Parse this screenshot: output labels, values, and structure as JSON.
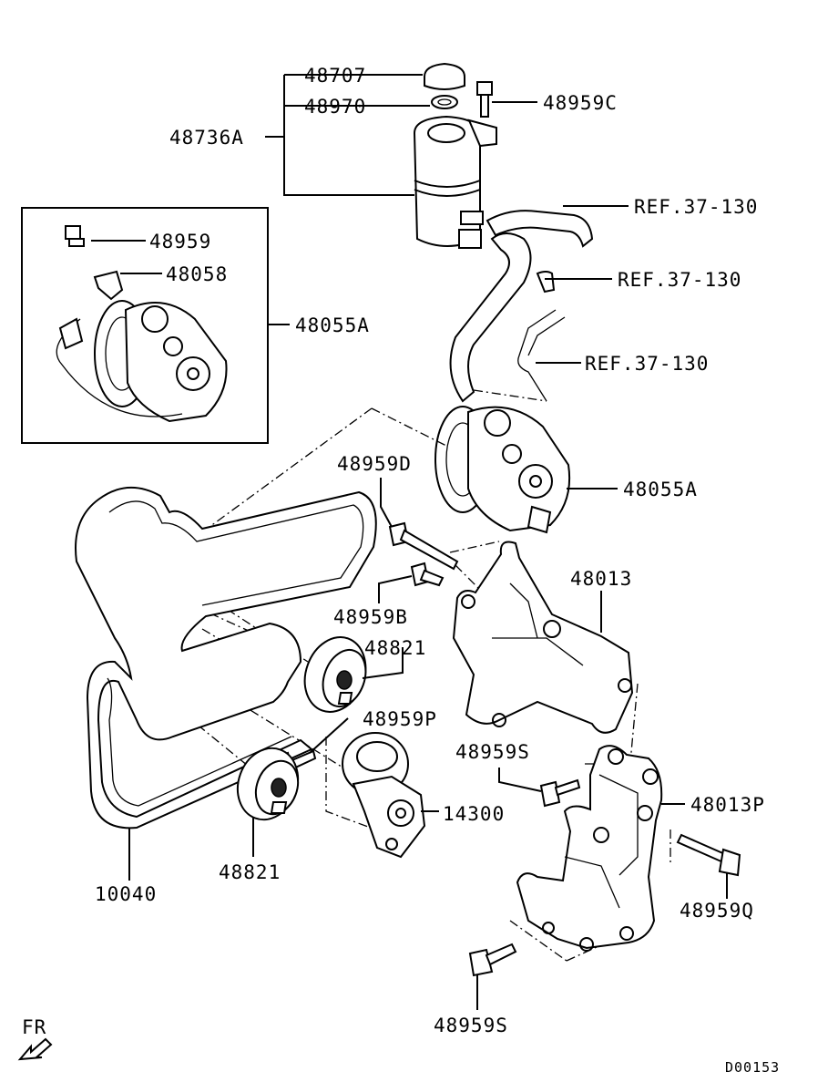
{
  "labels": {
    "p48707": "48707",
    "p48970": "48970",
    "p48736A": "48736A",
    "p48959C": "48959C",
    "ref1": "REF.37-130",
    "ref2": "REF.37-130",
    "ref3": "REF.37-130",
    "p48959": "48959",
    "p48058": "48058",
    "p48055A_inset": "48055A",
    "p48055A": "48055A",
    "p48959D": "48959D",
    "p48013": "48013",
    "p48959B": "48959B",
    "p48821_top": "48821",
    "p48959P": "48959P",
    "p48959S_mid": "48959S",
    "p48013P": "48013P",
    "p14300": "14300",
    "p48821_bottom": "48821",
    "p10040": "10040",
    "p48959Q": "48959Q",
    "p48959S_bottom": "48959S",
    "fr": "FR",
    "diagram_code": "D00153"
  }
}
